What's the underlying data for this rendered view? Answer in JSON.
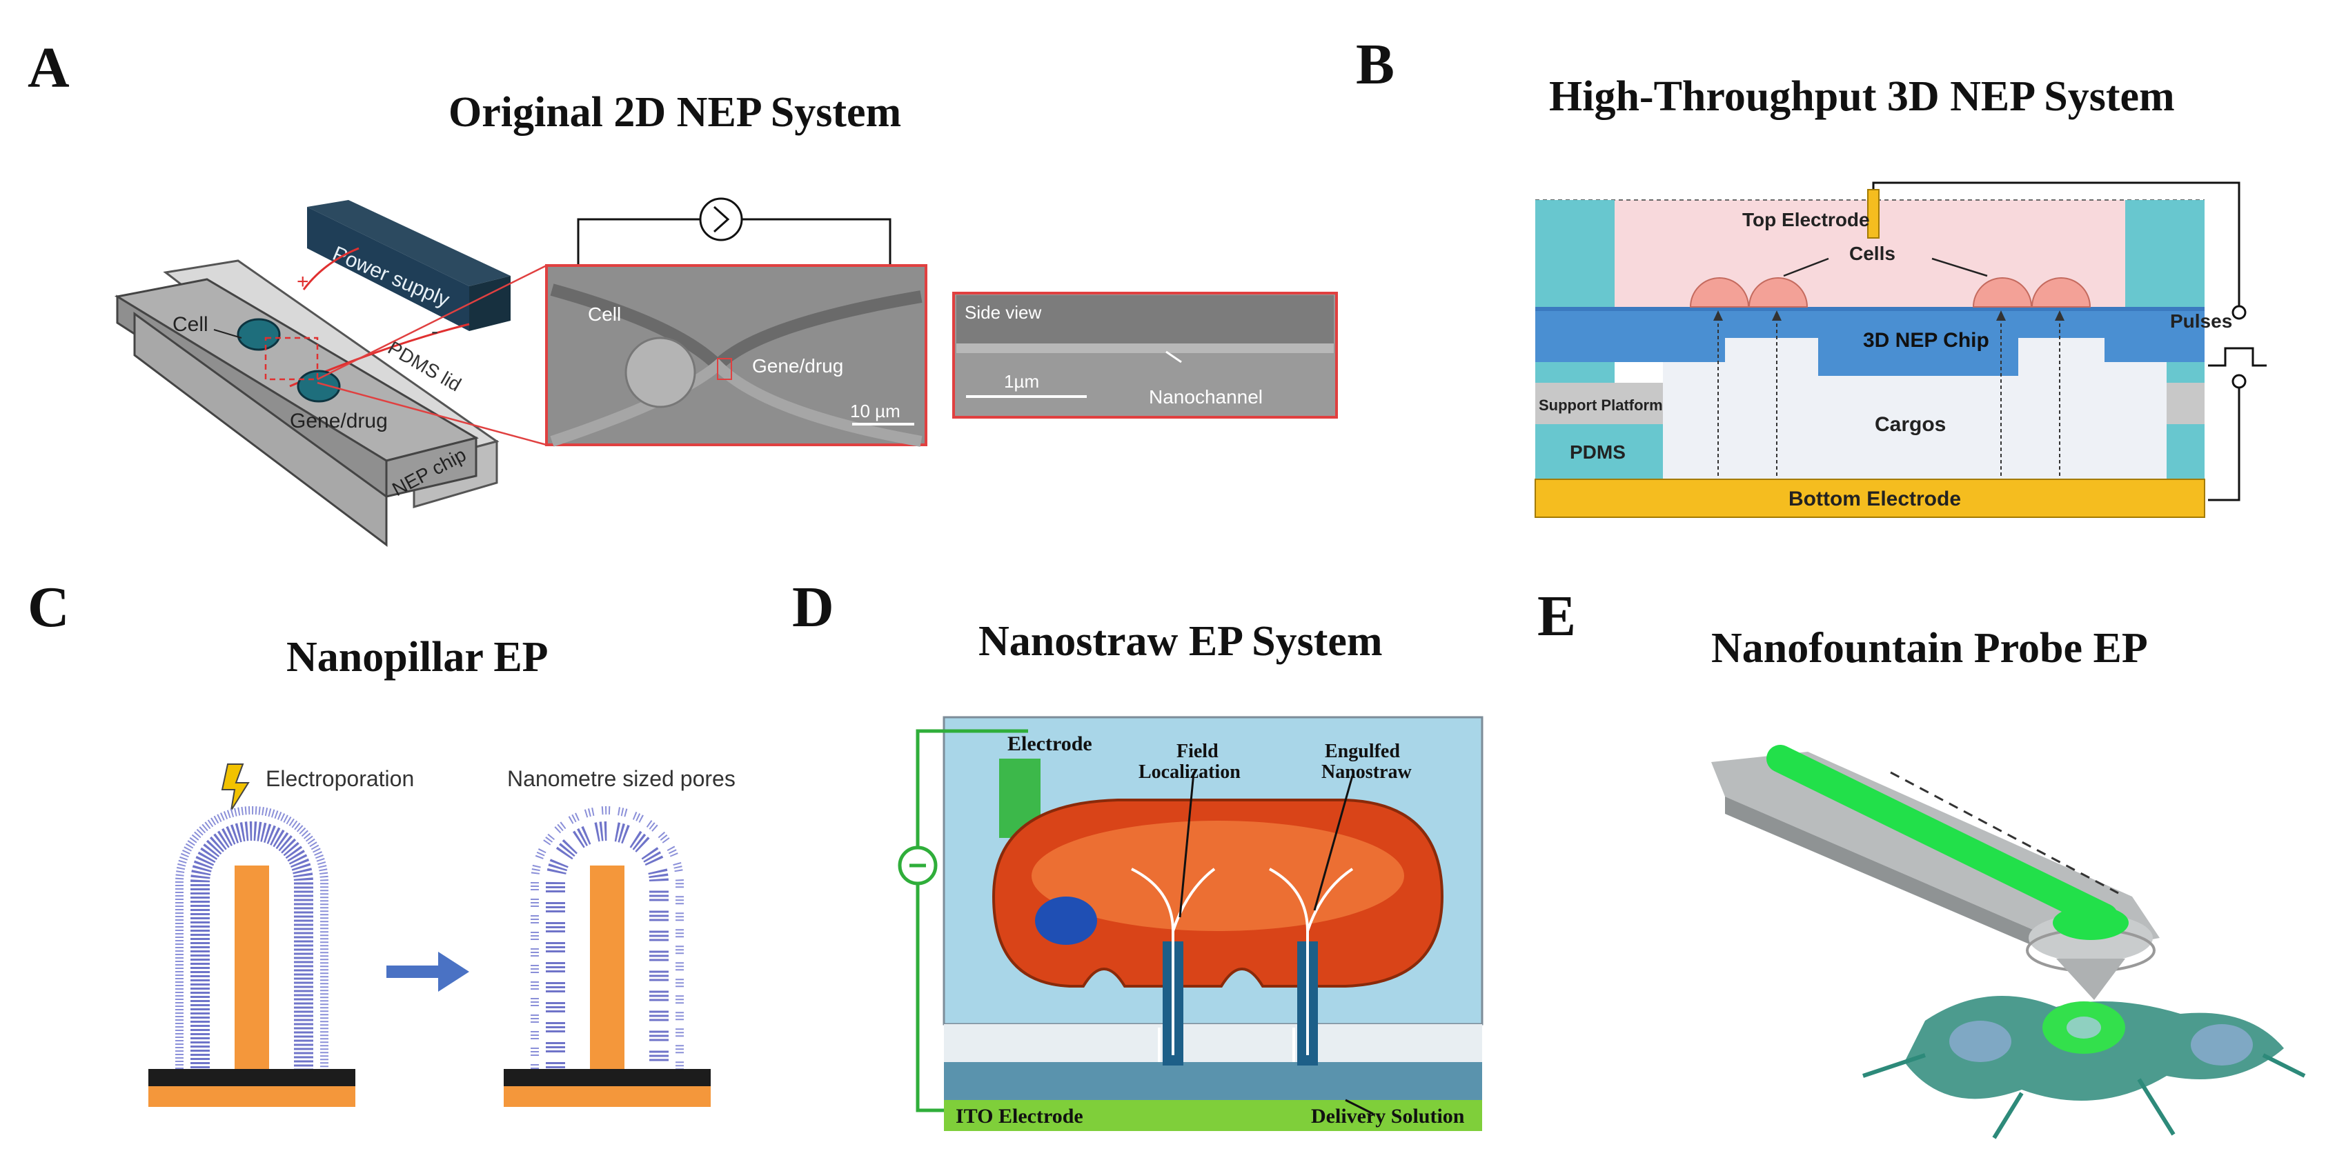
{
  "panels": {
    "a": {
      "letter": "A",
      "title": "Original 2D NEP System",
      "power_supply": "Power supply",
      "cell": "Cell",
      "pdms_lid": "PDMS lid",
      "gene_drug": "Gene/drug",
      "nep_chip": "NEP chip",
      "micro_cell": "Cell",
      "micro_gene_drug": "Gene/drug",
      "micro_scale": "10 µm",
      "side_view": "Side view",
      "side_scale": "1µm",
      "nanochannel": "Nanochannel"
    },
    "b": {
      "letter": "B",
      "title": "High-Throughput 3D NEP System",
      "top_electrode": "Top Electrode",
      "cells": "Cells",
      "chip": "3D NEP Chip",
      "pulses": "Pulses",
      "support_platform": "Support Platform",
      "cargos": "Cargos",
      "pdms": "PDMS",
      "bottom_electrode": "Bottom Electrode"
    },
    "c": {
      "letter": "C",
      "title": "Nanopillar EP",
      "electroporation": "Electroporation",
      "pores": "Nanometre sized pores"
    },
    "d": {
      "letter": "D",
      "title": "Nanostraw EP System",
      "electrode": "Electrode",
      "field_1": "Field",
      "field_2": "Localization",
      "engulfed_1": "Engulfed",
      "engulfed_2": "Nanostraw",
      "ito": "ITO Electrode",
      "delivery": "Delivery Solution"
    },
    "e": {
      "letter": "E",
      "title": "Nanofountain Probe EP"
    }
  }
}
